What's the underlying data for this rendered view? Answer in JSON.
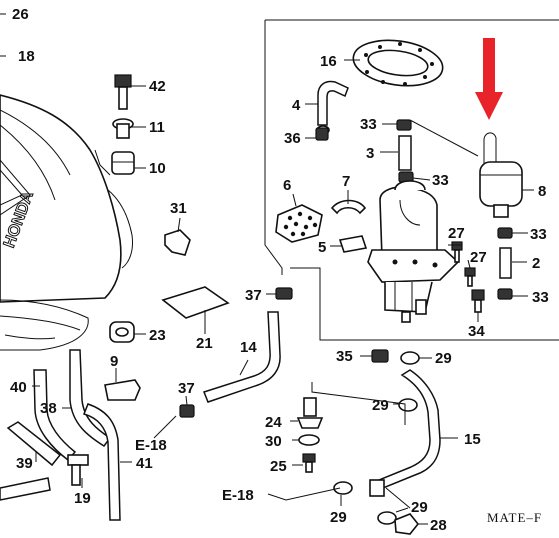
{
  "callouts": {
    "c26": "26",
    "c18": "18",
    "c42": "42",
    "c11": "11",
    "c10": "10",
    "c31": "31",
    "c16": "16",
    "c4": "4",
    "c33a": "33",
    "c36": "36",
    "c3": "3",
    "c6": "6",
    "c7": "7",
    "c33b": "33",
    "c8": "8",
    "c33c": "33",
    "c5": "5",
    "c27a": "27",
    "c27b": "27",
    "c2": "2",
    "c33d": "33",
    "c34": "34",
    "c37a": "37",
    "c21": "21",
    "c23": "23",
    "c14": "14",
    "c35": "35",
    "c29a": "29",
    "c9": "9",
    "c40": "40",
    "c38": "38",
    "c37b": "37",
    "c29b": "29",
    "c24": "24",
    "c15": "15",
    "c30": "30",
    "c39": "39",
    "c41": "41",
    "c25": "25",
    "c19": "19",
    "c29c": "29",
    "c29d": "29",
    "c28": "28"
  },
  "refs": {
    "e18a": "E-18",
    "e18b": "E-18"
  },
  "tank_text": "HONDA",
  "diagram_code": "MATE–F",
  "colors": {
    "arrow": "#e8242a",
    "ink": "#111111"
  }
}
